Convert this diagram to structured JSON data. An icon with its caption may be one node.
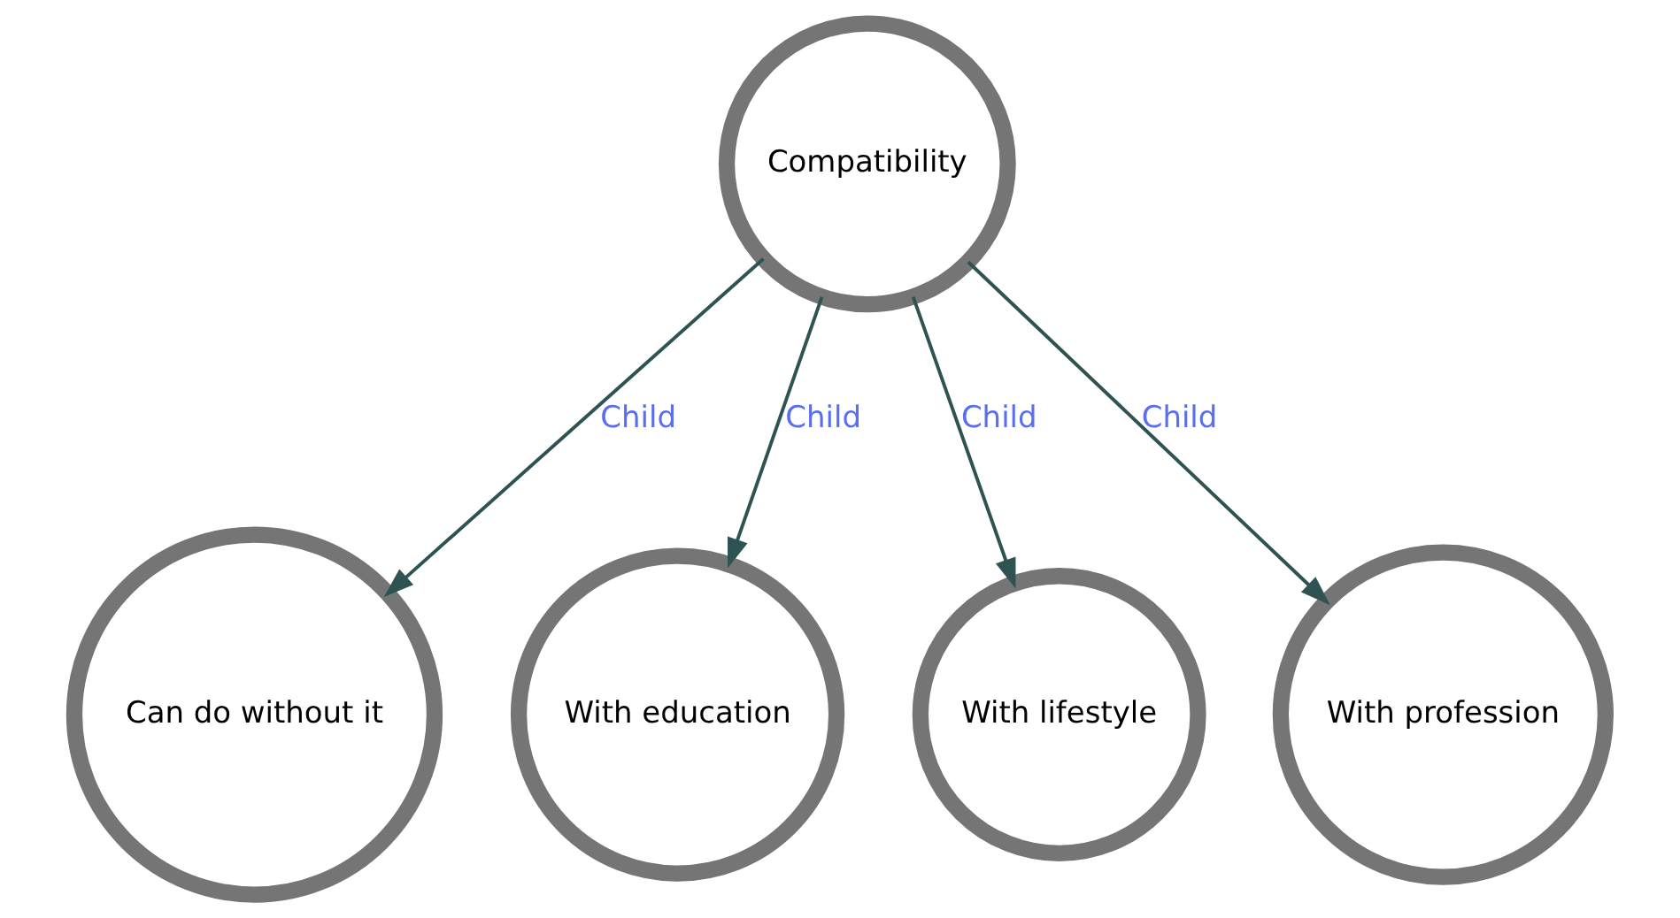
{
  "diagram": {
    "nodes": [
      {
        "text": [
          "Compatibility"
        ]
      },
      {
        "text": [
          "Can do without it"
        ]
      },
      {
        "text": [
          "With education"
        ]
      },
      {
        "text": [
          "With lifestyle"
        ]
      },
      {
        "text": [
          "With profession"
        ]
      }
    ],
    "edges": [
      {
        "from": 0,
        "to": 1,
        "arrow": "to",
        "label": "Child"
      },
      {
        "from": 0,
        "to": 2,
        "arrow": "to",
        "label": "Child"
      },
      {
        "from": 0,
        "to": 3,
        "arrow": "to",
        "label": "Child"
      },
      {
        "from": 0,
        "to": 4,
        "arrow": "to",
        "label": "Child"
      }
    ]
  }
}
